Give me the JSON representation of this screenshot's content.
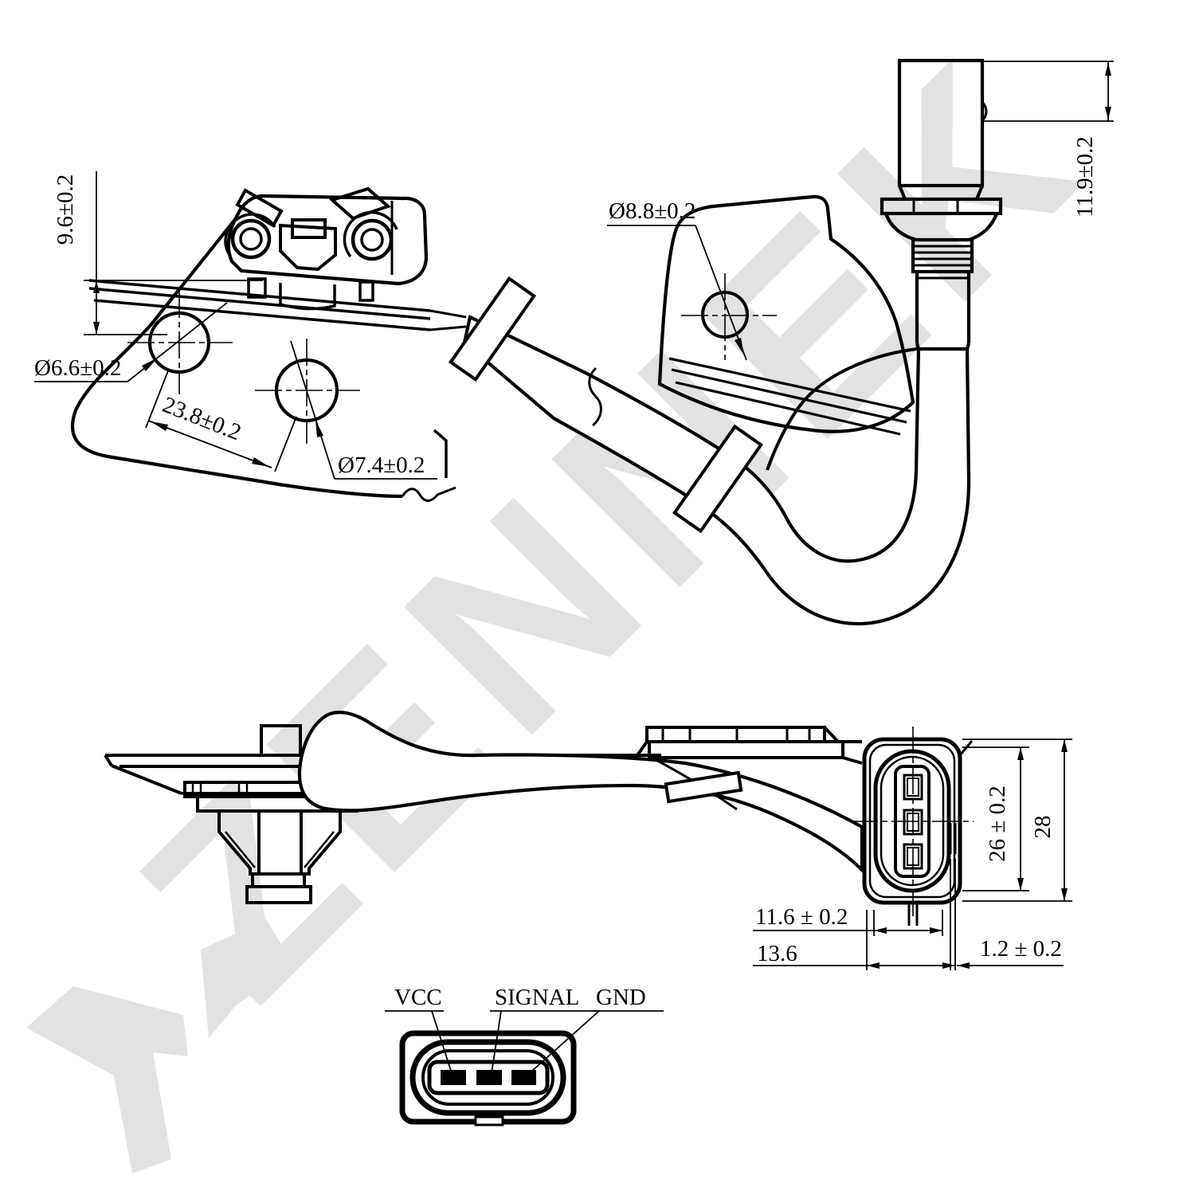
{
  "drawing": {
    "type": "technical-dimension-drawing",
    "subject": "camshaft position sensor with harness and 3-pin connector",
    "background": "#ffffff",
    "line_color": "#000000",
    "watermark": {
      "text": "ZENNEK",
      "color": "#e2e2e2"
    },
    "top_view": {
      "dimensions": {
        "bracket_height": "9.6±0.2",
        "left_hole_diameter": "Ø6.6±0.2",
        "hole_spacing": "23.8±0.2",
        "middle_hole_diameter": "Ø7.4±0.2",
        "right_hole_diameter": "Ø8.8±0.2",
        "connector_top_height": "11.9±0.2"
      }
    },
    "end_view": {
      "dimensions": {
        "body_height": "26 ± 0.2",
        "overall_height": "28",
        "inner_width": "11.6 ± 0.2",
        "outer_width": "13.6",
        "tab_thickness": "1.2 ± 0.2"
      }
    },
    "pinout_view": {
      "pins": [
        {
          "label": "VCC"
        },
        {
          "label": "SIGNAL"
        },
        {
          "label": "GND"
        }
      ]
    }
  }
}
